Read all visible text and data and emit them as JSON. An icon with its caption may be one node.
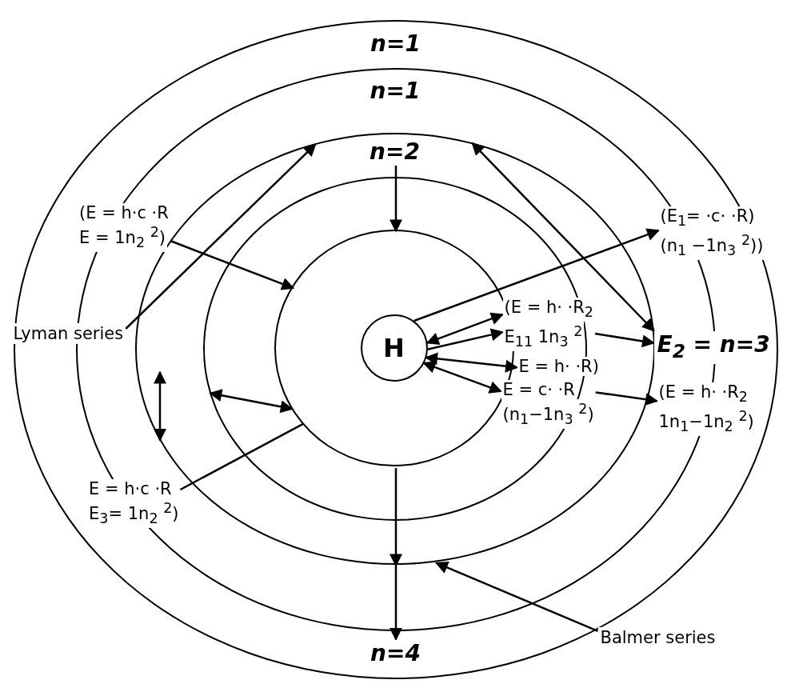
{
  "diagram": {
    "nodes": [
      {
        "text": [],
        "shape": "circle"
      },
      {
        "text": [],
        "shape": "circle",
        "in": 0
      },
      {
        "text": [],
        "shape": "circle",
        "in": 1
      },
      {
        "text": [],
        "shape": "circle",
        "in": 2
      },
      {
        "text": [],
        "shape": "circle",
        "in": 3
      },
      {
        "text": [
          "H"
        ],
        "in": 4
      },
      {
        "text": [
          "n=2"
        ],
        "in": 2
      },
      {
        "text": [
          "(E = h·c ·R",
          "E = 1n$_{2}$ $^{2}$)"
        ],
        "in": 1
      },
      {
        "text": [
          "Lyman series"
        ],
        "in": 0
      },
      {
        "text": [
          "E = h·c ·R",
          "E$_{3}$= 1n$_{2}$ $^{2}$)"
        ],
        "in": 1
      },
      {
        "text": [
          "(E$_{1}$= ·c· ·R)",
          "(n$_{1}$ −1n$_{3}$ $^{2}$))"
        ],
        "in": 0
      },
      {
        "text": [
          "(E = h· ·R$_{2}$",
          "E$_{11}$ 1n$_{3}$ $^{2}$"
        ],
        "in": 2
      },
      {
        "text": [
          "E = h· ·R)"
        ],
        "in": 2
      },
      {
        "text": [
          "E = c· ·R",
          "(n$_{1}$−1n$_{3}$ $^{2}$)"
        ],
        "in": 2
      },
      {
        "text": [
          "E$_{2}$ = n=3"
        ],
        "in": 0
      },
      {
        "text": [
          "(E = h· ·R$_{2}$",
          "1n$_{1}$−1n$_{2}$ $^{2}$)"
        ],
        "in": 0
      },
      {
        "text": [
          "n=4"
        ],
        "in": 0
      },
      {
        "text": [
          "Balmer series"
        ],
        "in": 0
      },
      {
        "text": [
          "n=1"
        ],
        "in": 0
      },
      {
        "text": [
          "n=1"
        ],
        "in": 1
      }
    ],
    "edges": [
      {
        "from": 6,
        "to": 4,
        "arrow": "to"
      },
      {
        "from": 7,
        "to": 4,
        "arrow": "to"
      },
      {
        "from": 8,
        "to": 2,
        "arrow": "to"
      },
      {
        "from": null,
        "to": 2,
        "arrow": "both"
      },
      {
        "from": 3,
        "to": 4,
        "arrow": "both"
      },
      {
        "from": 9,
        "to": 4,
        "arrow": "none"
      },
      {
        "from": 2,
        "to": 14,
        "arrow": "both"
      },
      {
        "from": 5,
        "to": 10,
        "arrow": "to"
      },
      {
        "from": 5,
        "to": 11,
        "arrow": "both"
      },
      {
        "from": 5,
        "to": 11,
        "arrow": "to"
      },
      {
        "from": 5,
        "to": 12,
        "arrow": "both"
      },
      {
        "from": 5,
        "to": 13,
        "arrow": "both"
      },
      {
        "from": 11,
        "to": 14,
        "arrow": "to"
      },
      {
        "from": 13,
        "to": 15,
        "arrow": "to"
      },
      {
        "from": 4,
        "to": 2,
        "arrow": "to"
      },
      {
        "from": 2,
        "to": 16,
        "arrow": "to"
      },
      {
        "from": 17,
        "to": 2,
        "arrow": "to"
      }
    ]
  }
}
